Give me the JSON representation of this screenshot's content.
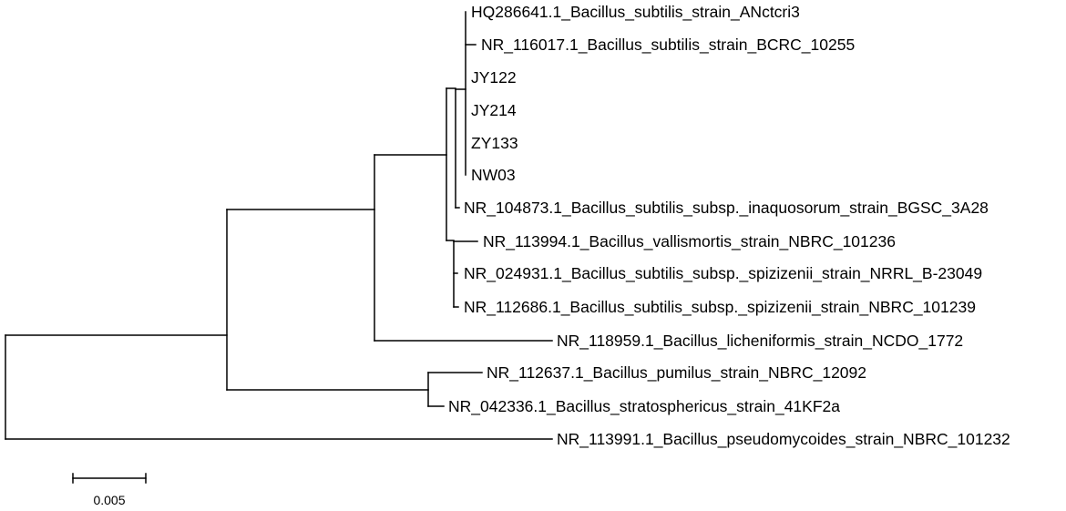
{
  "tree": {
    "leaves": [
      {
        "id": "l1",
        "label": "HQ286641.1_Bacillus_subtilis_strain_ANctcri3"
      },
      {
        "id": "l2",
        "label": "NR_116017.1_Bacillus_subtilis_strain_BCRC_10255"
      },
      {
        "id": "l3",
        "label": "JY122"
      },
      {
        "id": "l4",
        "label": "JY214"
      },
      {
        "id": "l5",
        "label": "ZY133"
      },
      {
        "id": "l6",
        "label": "NW03"
      },
      {
        "id": "l7",
        "label": "NR_104873.1_Bacillus_subtilis_subsp._inaquosorum_strain_BGSC_3A28"
      },
      {
        "id": "l8",
        "label": "NR_113994.1_Bacillus_vallismortis_strain_NBRC_101236"
      },
      {
        "id": "l9",
        "label": "NR_024931.1_Bacillus_subtilis_subsp._spizizenii_strain_NRRL_B-23049"
      },
      {
        "id": "l10",
        "label": "NR_112686.1_Bacillus_subtilis_subsp._spizizenii_strain_NBRC_101239"
      },
      {
        "id": "l11",
        "label": "NR_118959.1_Bacillus_licheniformis_strain_NCDO_1772"
      },
      {
        "id": "l12",
        "label": "NR_112637.1_Bacillus_pumilus_strain_NBRC_12092"
      },
      {
        "id": "l13",
        "label": "NR_042336.1_Bacillus_stratosphericus_strain_41KF2a"
      },
      {
        "id": "l14",
        "label": "NR_113991.1_Bacillus_pseudomycoides_strain_NBRC_101232"
      }
    ]
  },
  "scale_bar": {
    "label": "0.005"
  }
}
